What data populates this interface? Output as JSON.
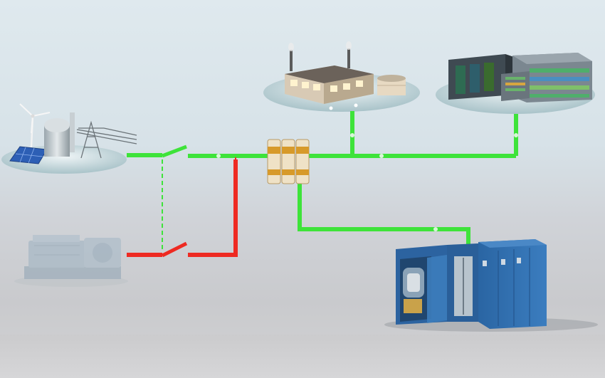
{
  "colors": {
    "utility_line": "#3ee33a",
    "generator_line": "#ee2a22",
    "standby_dash": "#3ee33a",
    "node_dot": "#d8f7d8",
    "ups_blue": "#2f6fae",
    "background_top": "#dfe9ee",
    "background_bottom": "#c9cacd"
  },
  "nodes": [
    {
      "id": "utility-grid",
      "icon": "wind-solar-power-plant-icon"
    },
    {
      "id": "diesel-generator",
      "icon": "diesel-generator-icon"
    },
    {
      "id": "static-transfer-switch",
      "icon": "transfer-switch-modules-icon"
    },
    {
      "id": "factory",
      "icon": "factory-icon"
    },
    {
      "id": "data-center",
      "icon": "server-racks-icon"
    },
    {
      "id": "rotary-ups",
      "icon": "rotary-ups-cabinet-icon"
    }
  ],
  "connections": [
    {
      "from": "utility-grid",
      "to": "static-transfer-switch",
      "color": "green",
      "switch": "open-breaker"
    },
    {
      "from": "diesel-generator",
      "to": "static-transfer-switch",
      "color": "red",
      "switch": "open-breaker"
    },
    {
      "from": "utility-grid",
      "to": "diesel-generator",
      "color": "green",
      "style": "dashed"
    },
    {
      "from": "static-transfer-switch",
      "to": "factory",
      "color": "green"
    },
    {
      "from": "static-transfer-switch",
      "to": "data-center",
      "color": "green"
    },
    {
      "from": "static-transfer-switch",
      "to": "rotary-ups",
      "color": "green"
    }
  ]
}
